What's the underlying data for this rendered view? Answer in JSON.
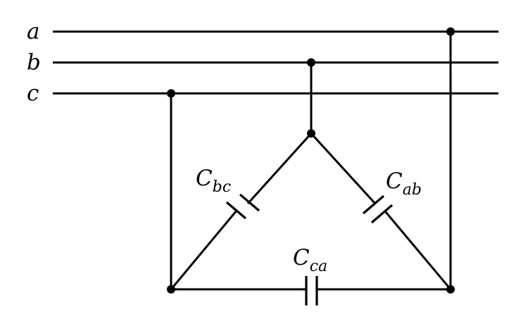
{
  "lines": [
    {
      "id": "a",
      "label": "a"
    },
    {
      "id": "b",
      "label": "b"
    },
    {
      "id": "c",
      "label": "c"
    }
  ],
  "capacitors": [
    {
      "id": "bc",
      "symbol": "C",
      "subscript": "bc"
    },
    {
      "id": "ab",
      "symbol": "C",
      "subscript": "ab"
    },
    {
      "id": "ca",
      "symbol": "C",
      "subscript": "ca"
    }
  ]
}
